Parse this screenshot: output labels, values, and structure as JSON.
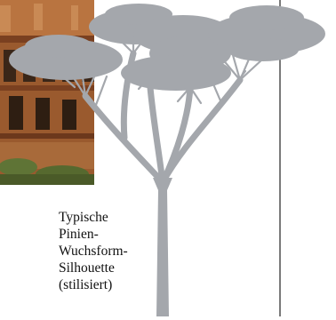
{
  "figure": {
    "caption_lines": [
      "Typische",
      "Pinien-",
      "Wuchsform-",
      "Silhouette",
      "(stilisiert)"
    ],
    "colors": {
      "silhouette": "#a4a7ac",
      "rule_line": "#222222",
      "photo_stone": "#9a5a2e",
      "photo_shadow": "#3a2618",
      "photo_light": "#c98a55",
      "foliage_green": "#5f7436"
    },
    "photo_subject": "roman-ruin-photo"
  }
}
